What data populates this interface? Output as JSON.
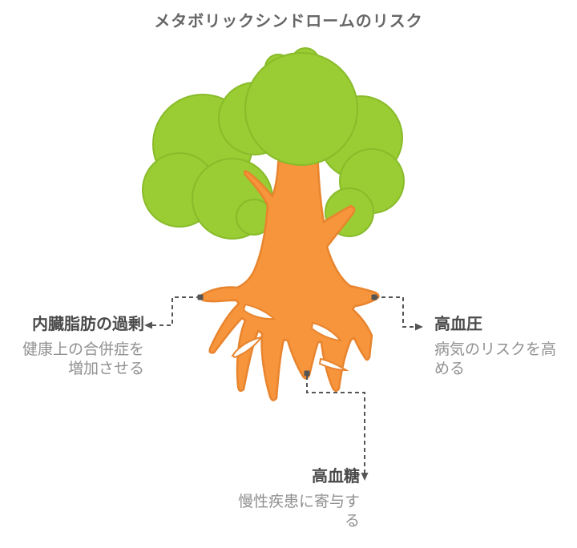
{
  "title": "メタボリックシンドロームのリスク",
  "callouts": {
    "left": {
      "label": "内臓脂肪の過剰",
      "description": "健康上の合併症を\n増加させる"
    },
    "right": {
      "label": "高血圧",
      "description": "病気のリスクを高\nめる"
    },
    "bottom": {
      "label": "高血糖",
      "description": "慢性疾患に寄与す\nる"
    }
  },
  "tree": {
    "canopy_fill": "#9ACD33",
    "canopy_stroke": "#88BB2A",
    "trunk_fill": "#F6953B",
    "trunk_stroke": "#E8842E",
    "gap_fill": "#FFFFFF"
  },
  "connector": {
    "color": "#555555"
  },
  "text_colors": {
    "title": "#666666",
    "label": "#4A4A4A",
    "description": "#919191"
  }
}
